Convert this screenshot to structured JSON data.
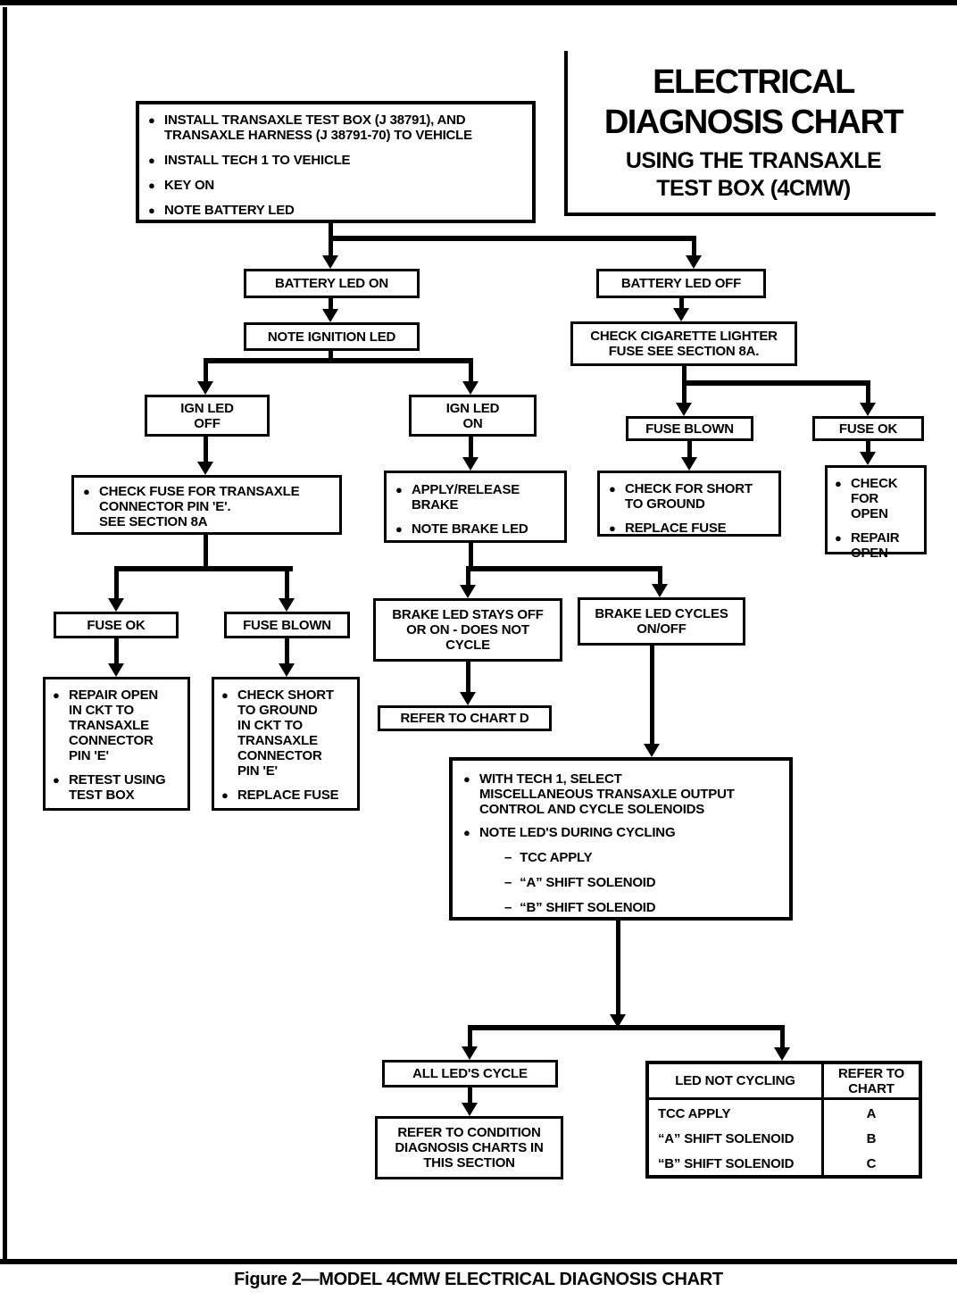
{
  "page": {
    "caption": "Figure 2—MODEL 4CMW ELECTRICAL DIAGNOSIS CHART"
  },
  "title": {
    "line1": "ELECTRICAL",
    "line2": "DIAGNOSIS CHART",
    "line3": "USING THE TRANSAXLE",
    "line4": "TEST BOX (4CMW)"
  },
  "nodes": {
    "setup": {
      "bullets": [
        [
          "INSTALL TRANSAXLE TEST BOX (J 38791), AND",
          "TRANSAXLE HARNESS (J 38791-70) TO VEHICLE"
        ],
        [
          "INSTALL TECH 1 TO VEHICLE"
        ],
        [
          "KEY ON"
        ],
        [
          "NOTE BATTERY LED"
        ]
      ]
    },
    "battery_on": "BATTERY LED ON",
    "battery_off": "BATTERY LED OFF",
    "note_ignition": "NOTE IGNITION LED",
    "check_cig": [
      "CHECK CIGARETTE LIGHTER",
      "FUSE SEE SECTION 8A."
    ],
    "ign_off": [
      "IGN LED",
      "OFF"
    ],
    "ign_on": [
      "IGN LED",
      "ON"
    ],
    "check_fuse": [
      "CHECK FUSE FOR TRANSAXLE",
      "CONNECTOR PIN 'E'.",
      "SEE SECTION 8A"
    ],
    "apply_release": {
      "bullets": [
        [
          "APPLY/RELEASE",
          "BRAKE"
        ],
        [
          "NOTE BRAKE LED"
        ]
      ]
    },
    "fuse_blown_right": "FUSE BLOWN",
    "fuse_ok_right": "FUSE OK",
    "check_short_right": {
      "bullets": [
        [
          "CHECK FOR SHORT",
          "TO GROUND"
        ],
        [
          "REPLACE FUSE"
        ]
      ]
    },
    "check_open_right": {
      "bullets": [
        [
          "CHECK FOR",
          "OPEN"
        ],
        [
          "REPAIR",
          "OPEN"
        ]
      ]
    },
    "fuse_ok_left": "FUSE OK",
    "fuse_blown_left": "FUSE BLOWN",
    "repair_open": {
      "bullets": [
        [
          "REPAIR OPEN",
          "IN CKT TO",
          "TRANSAXLE",
          "CONNECTOR",
          "PIN 'E'"
        ],
        [
          "RETEST USING",
          "TEST BOX"
        ]
      ]
    },
    "check_short_left": {
      "bullets": [
        [
          "CHECK SHORT",
          "TO GROUND",
          "IN CKT TO",
          "TRANSAXLE",
          "CONNECTOR",
          "PIN 'E'"
        ],
        [
          "REPLACE FUSE"
        ]
      ]
    },
    "brake_stays": [
      "BRAKE LED STAYS OFF",
      "OR ON - DOES NOT",
      "CYCLE"
    ],
    "brake_cycles": [
      "BRAKE LED CYCLES",
      "ON/OFF"
    ],
    "refer_chart_d": "REFER TO CHART D",
    "with_tech1": {
      "bullets": [
        [
          "WITH TECH 1, SELECT",
          "MISCELLANEOUS TRANSAXLE OUTPUT",
          "CONTROL AND CYCLE SOLENOIDS"
        ],
        [
          "NOTE LED'S DURING  CYCLING"
        ]
      ],
      "dashes": [
        "TCC APPLY",
        "“A” SHIFT SOLENOID",
        "“B” SHIFT SOLENOID"
      ]
    },
    "all_leds": "ALL LED'S CYCLE",
    "refer_condition": [
      "REFER TO CONDITION",
      "DIAGNOSIS CHARTS IN",
      "THIS SECTION"
    ]
  },
  "table": {
    "header": [
      "LED NOT CYCLING",
      "REFER TO CHART"
    ],
    "rows": [
      [
        "TCC APPLY",
        "A"
      ],
      [
        "“A” SHIFT SOLENOID",
        "B"
      ],
      [
        "“B” SHIFT SOLENOID",
        "C"
      ]
    ]
  }
}
